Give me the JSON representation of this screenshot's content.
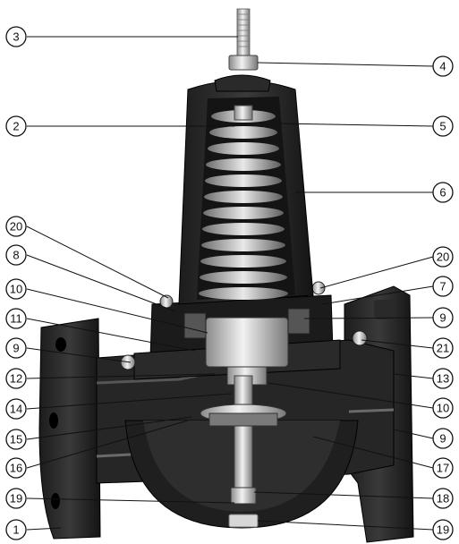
{
  "figure": {
    "callouts_left": [
      {
        "id": "c3",
        "label": "3"
      },
      {
        "id": "c2",
        "label": "2"
      },
      {
        "id": "c20l",
        "label": "20"
      },
      {
        "id": "c8",
        "label": "8"
      },
      {
        "id": "c10l",
        "label": "10"
      },
      {
        "id": "c11",
        "label": "11"
      },
      {
        "id": "c9l",
        "label": "9"
      },
      {
        "id": "c12",
        "label": "12"
      },
      {
        "id": "c14",
        "label": "14"
      },
      {
        "id": "c15",
        "label": "15"
      },
      {
        "id": "c16",
        "label": "16"
      },
      {
        "id": "c19l",
        "label": "19"
      },
      {
        "id": "c1",
        "label": "1"
      }
    ],
    "callouts_right": [
      {
        "id": "c4",
        "label": "4"
      },
      {
        "id": "c5",
        "label": "5"
      },
      {
        "id": "c6",
        "label": "6"
      },
      {
        "id": "c20r",
        "label": "20"
      },
      {
        "id": "c7",
        "label": "7"
      },
      {
        "id": "c9r1",
        "label": "9"
      },
      {
        "id": "c21",
        "label": "21"
      },
      {
        "id": "c13",
        "label": "13"
      },
      {
        "id": "c10r",
        "label": "10"
      },
      {
        "id": "c9r2",
        "label": "9"
      },
      {
        "id": "c17",
        "label": "17"
      },
      {
        "id": "c18",
        "label": "18"
      },
      {
        "id": "c19r",
        "label": "19"
      }
    ]
  }
}
